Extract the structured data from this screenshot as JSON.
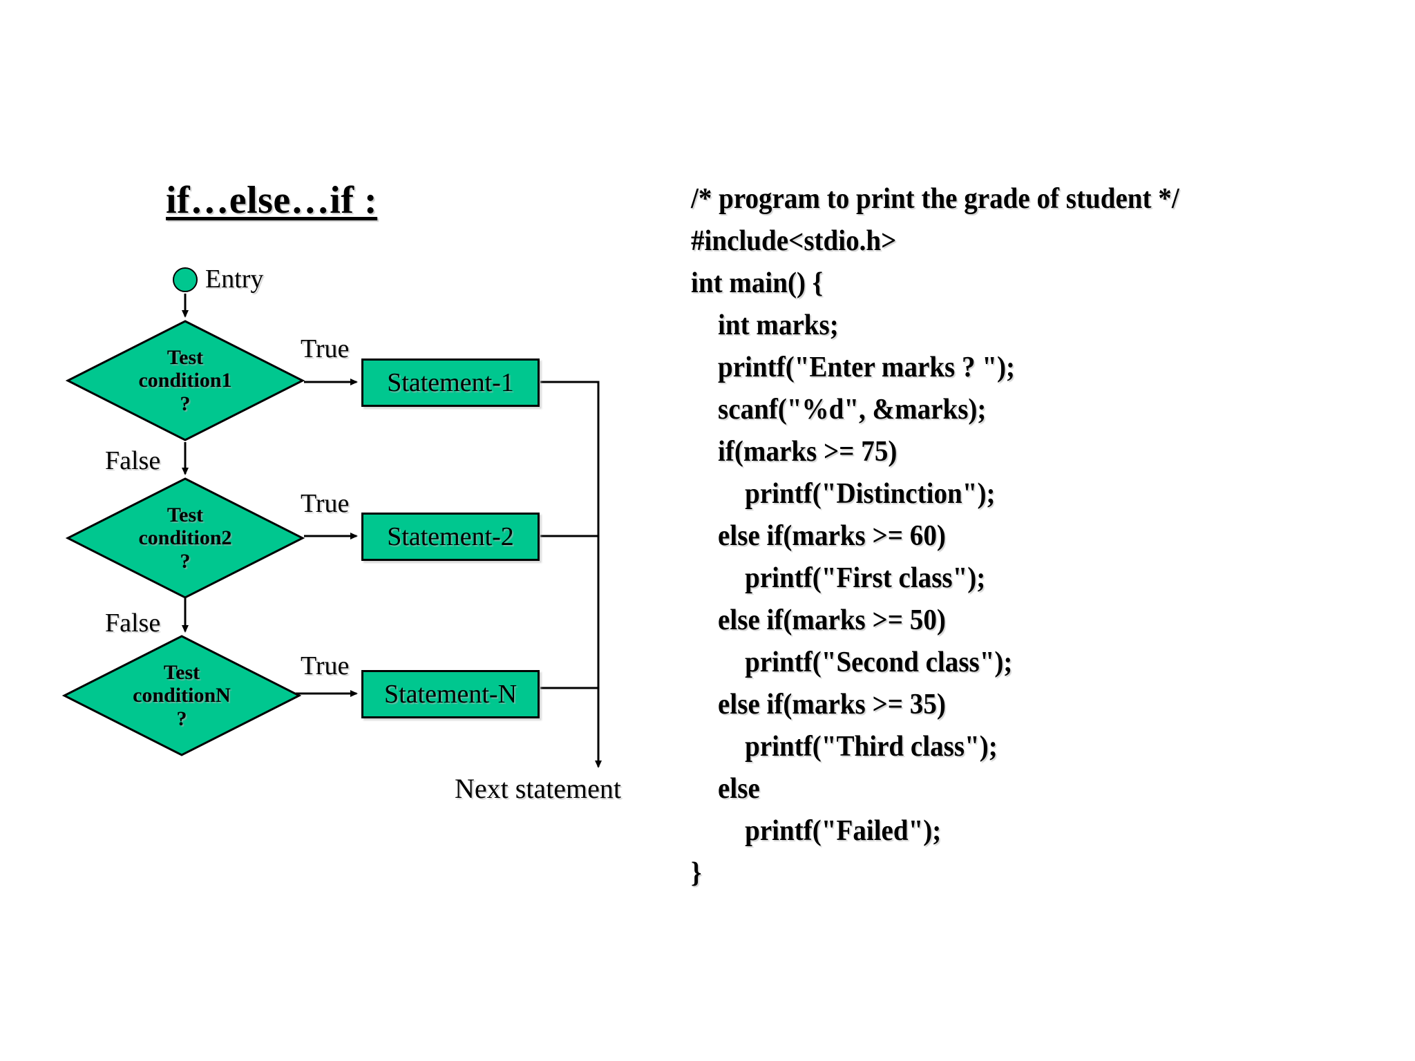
{
  "slide": {
    "title": "if…else…if :",
    "background_color": "#FFFFFF"
  },
  "flowchart": {
    "accent_color": "#00C78F",
    "border_color": "#000000",
    "entry": {
      "node_label": "Entry",
      "shape": "circle"
    },
    "decisions": [
      {
        "line1": "Test",
        "line2": "condition1",
        "line3": "?",
        "true_label": "True",
        "false_label": "False"
      },
      {
        "line1": "Test",
        "line2": "condition2",
        "line3": "?",
        "true_label": "True",
        "false_label": "False"
      },
      {
        "line1": "Test",
        "line2": "conditionN",
        "line3": "?",
        "true_label": "True",
        "false_label": ""
      }
    ],
    "statements": [
      {
        "label": "Statement-1"
      },
      {
        "label": "Statement-2"
      },
      {
        "label": "Statement-N"
      }
    ],
    "exit": {
      "label": "Next statement"
    }
  },
  "code": {
    "lines": [
      "/* program to print the grade of student */",
      "#include<stdio.h>",
      "int main() {",
      "    int marks;",
      "    printf(\"Enter marks ? \");",
      "    scanf(\"%d\", &marks);",
      "    if(marks >= 75)",
      "        printf(\"Distinction\");",
      "    else if(marks >= 60)",
      "        printf(\"First class\");",
      "    else if(marks >= 50)",
      "        printf(\"Second class\");",
      "    else if(marks >= 35)",
      "        printf(\"Third class\");",
      "    else",
      "        printf(\"Failed\");",
      "}"
    ]
  }
}
